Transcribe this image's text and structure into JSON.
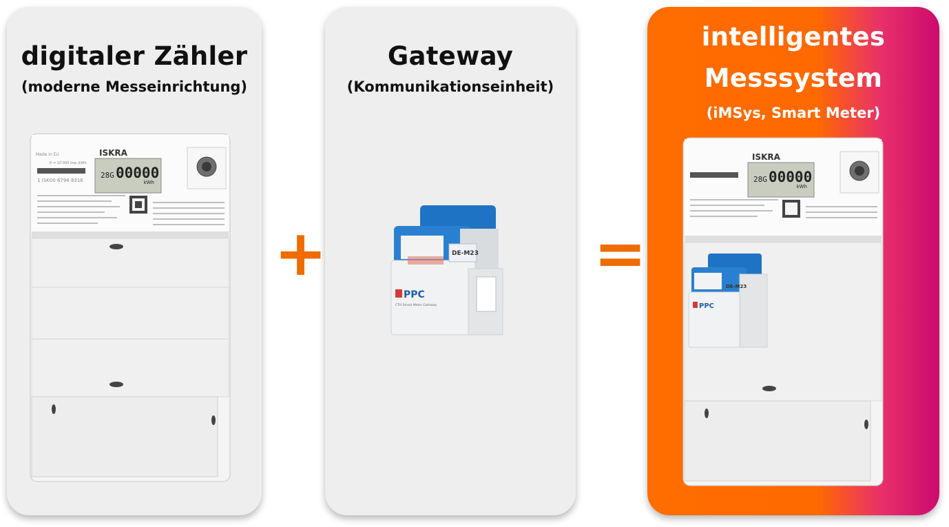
{
  "cards": [
    {
      "title": "digitaler Zähler",
      "subtitle": "(moderne Messeinrichtung)",
      "device": {
        "brand": "ISKRA",
        "display_prefix": "28G",
        "display_value": "00000",
        "display_unit": "kWh",
        "made_in": "Made in EU",
        "constant": "R = 10 000 imp./kWh",
        "serial": "1 ISK00 6794 8316"
      }
    },
    {
      "title": "Gateway",
      "subtitle": "(Kommunikationseinheit)",
      "device": {
        "brand": "PPC",
        "product": "CTH Smart Meter Gateway",
        "label": "DE-M23"
      }
    },
    {
      "title": "intelligentes Messsystem",
      "title_line1": "intelligentes",
      "title_line2": "Messsystem",
      "subtitle": "(iMSys, Smart Meter)",
      "device": {
        "brand": "ISKRA",
        "display_prefix": "28G",
        "display_value": "00000",
        "display_unit": "kWh",
        "gateway_brand": "PPC",
        "gateway_label": "DE-M23"
      }
    }
  ],
  "operators": {
    "plus": "+",
    "equals": "="
  },
  "colors": {
    "accent": "#ee6c00",
    "gradient_start": "#ff6c00",
    "gradient_end": "#cc0a6e",
    "card_bg": "#eeeeee",
    "device_blue": "#1f73c4"
  }
}
